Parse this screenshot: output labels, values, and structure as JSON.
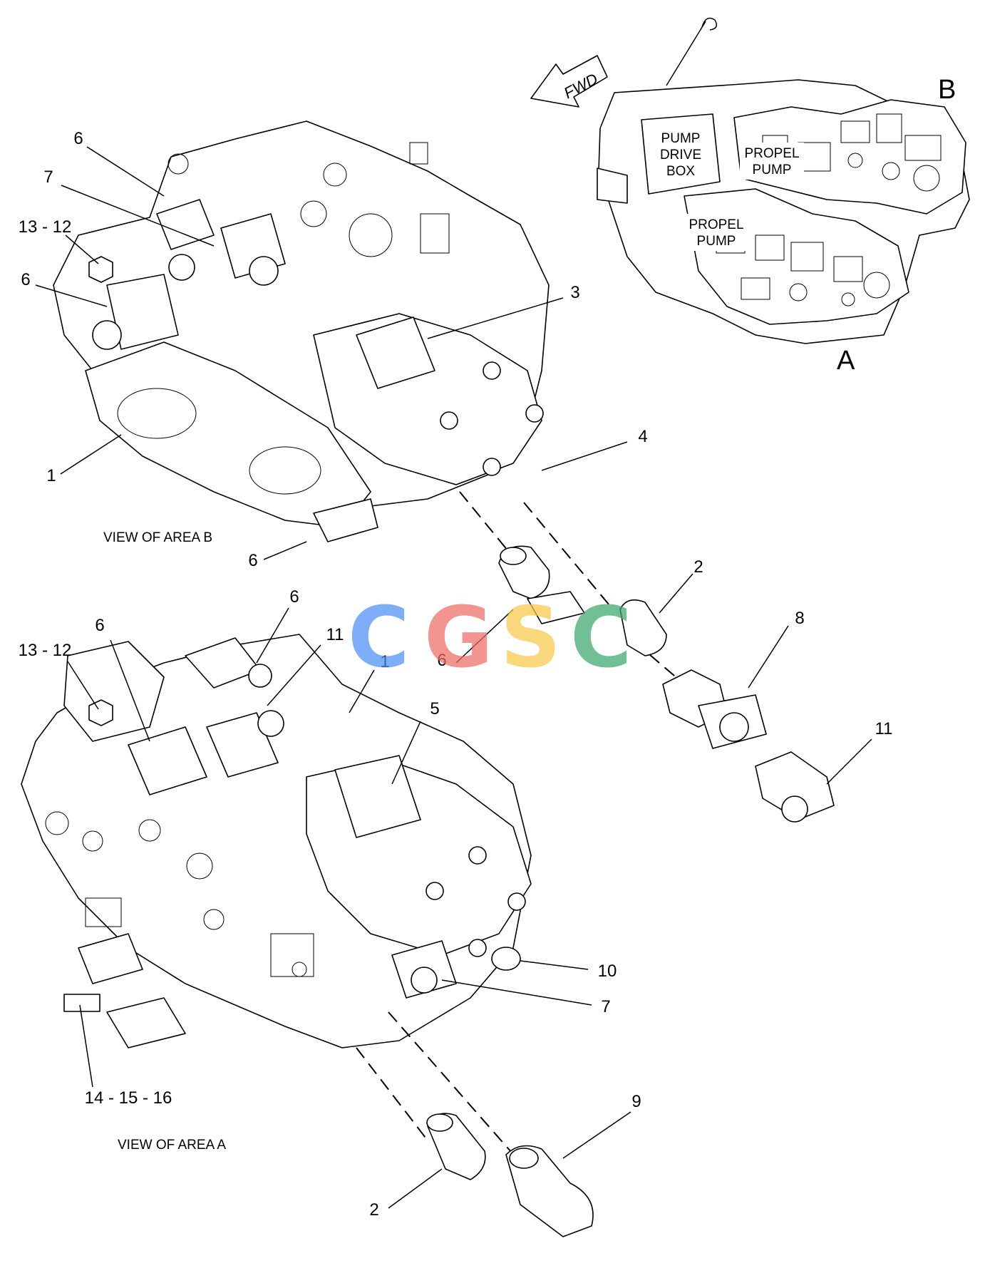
{
  "overview": {
    "fwd_label": "FWD",
    "area_b": "B",
    "area_a": "A",
    "pump_drive_box": [
      "PUMP",
      "DRIVE",
      "BOX"
    ],
    "propel_pump_upper": [
      "PROPEL",
      "PUMP"
    ],
    "propel_pump_lower": [
      "PROPEL",
      "PUMP"
    ]
  },
  "captions": {
    "view_b": "VIEW OF AREA B",
    "view_a": "VIEW OF AREA A"
  },
  "callouts_view_b": [
    "6",
    "7",
    "13 - 12",
    "6",
    "3",
    "4",
    "1",
    "6",
    "2",
    "6",
    "8",
    "11"
  ],
  "callouts_view_a": [
    "6",
    "6",
    "11",
    "1",
    "13 - 12",
    "5",
    "10",
    "7",
    "14 - 15 - 16",
    "9",
    "2"
  ],
  "watermark": {
    "letters": [
      "C",
      "G",
      "S",
      "C"
    ],
    "colors": [
      "#4f8ff7",
      "#ee6b66",
      "#f7c948",
      "#3aa76d"
    ]
  }
}
